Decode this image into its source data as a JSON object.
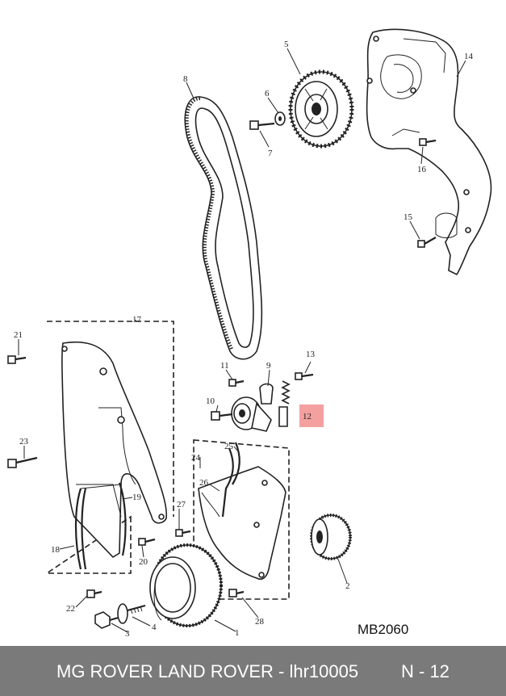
{
  "diagram": {
    "callouts": [
      "1",
      "2",
      "3",
      "4",
      "5",
      "6",
      "7",
      "8",
      "9",
      "10",
      "11",
      "12",
      "13",
      "14",
      "15",
      "16",
      "17",
      "18",
      "19",
      "20",
      "21",
      "22",
      "23",
      "24",
      "25",
      "26",
      "27",
      "28"
    ],
    "highlighted_callout": "12",
    "highlight_color": "#f4a0a0",
    "drawing_code": "MB2060"
  },
  "footer": {
    "title": "MG ROVER LAND ROVER - lhr10005",
    "ref": "N - 12",
    "background": "#7a7a7a"
  }
}
